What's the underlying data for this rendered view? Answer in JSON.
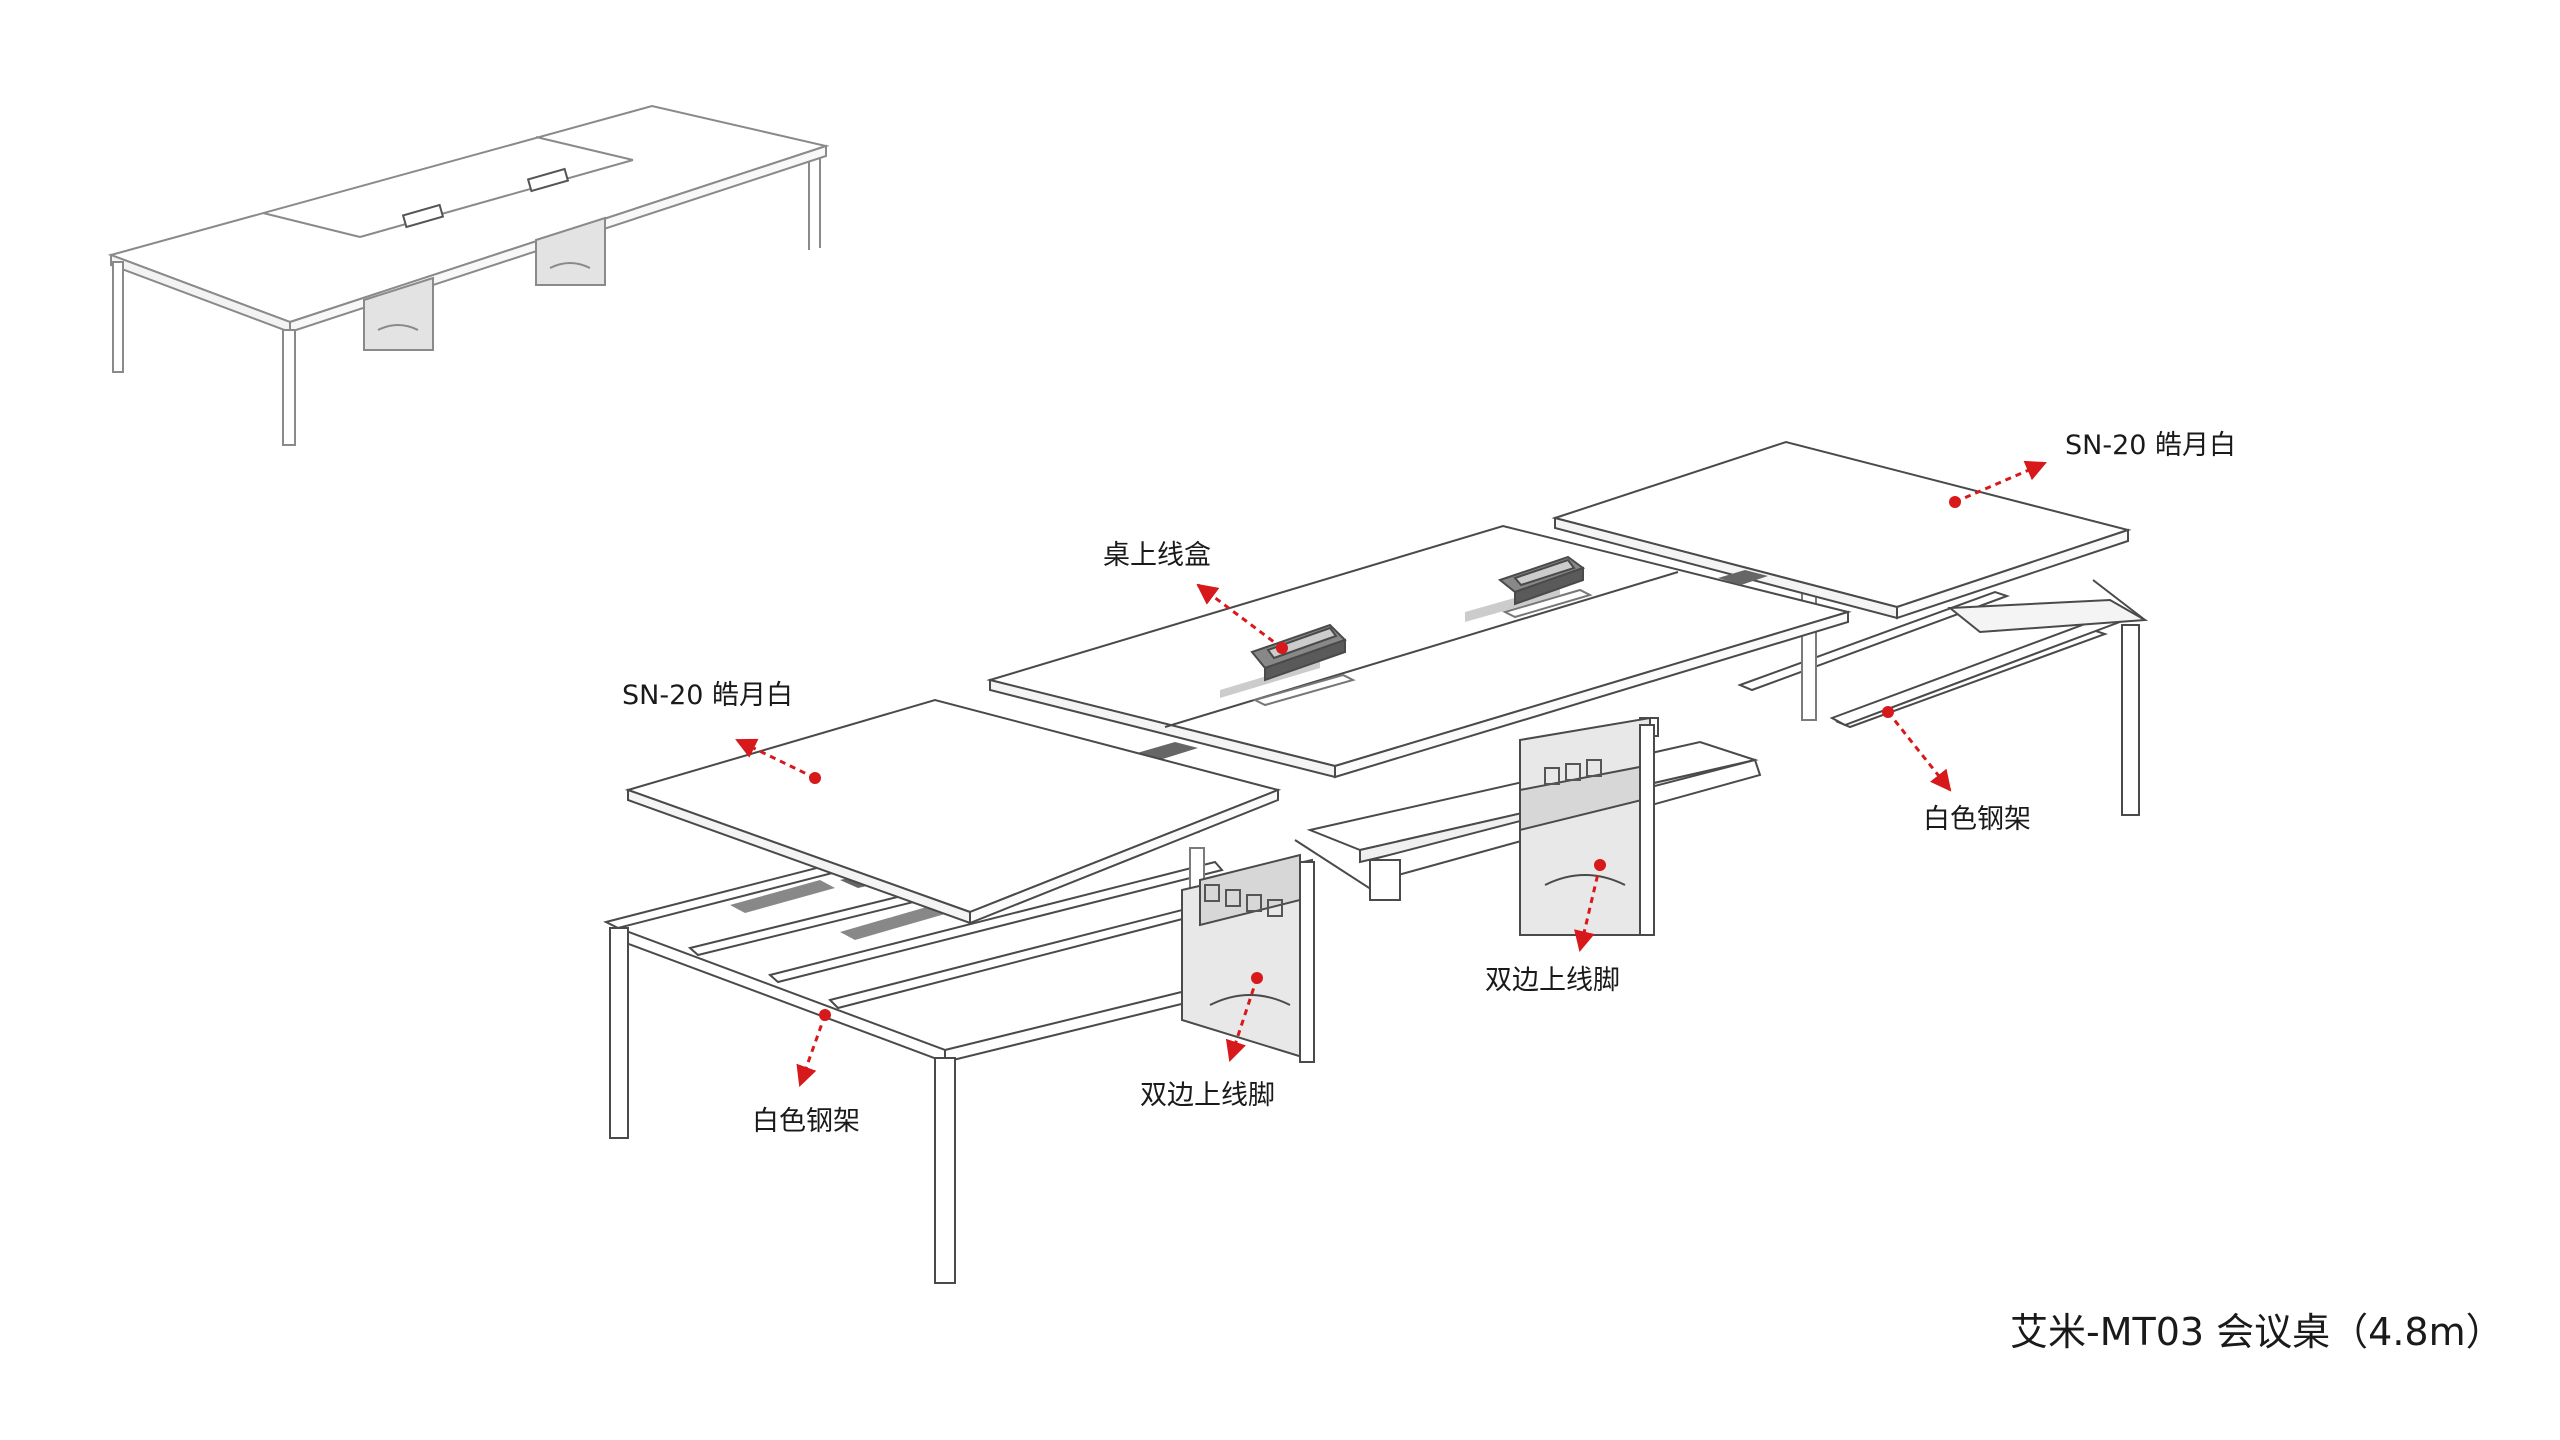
{
  "title": "艾米-MT03 会议桌（4.8m）",
  "labels": {
    "top_right_panel": "SN-20 皓月白",
    "left_panel": "SN-20 皓月白",
    "cable_box": "桌上线盒",
    "frame_left": "白色钢架",
    "frame_right": "白色钢架",
    "leg_left": "双边上线脚",
    "leg_right": "双边上线脚"
  },
  "colors": {
    "line": "#4a4a4a",
    "light_line": "#9a9a9a",
    "leader": "#d7191c",
    "panel": "#ffffff",
    "shade": "#ededed",
    "dark": "#555555",
    "text": "#1a1a1a"
  }
}
